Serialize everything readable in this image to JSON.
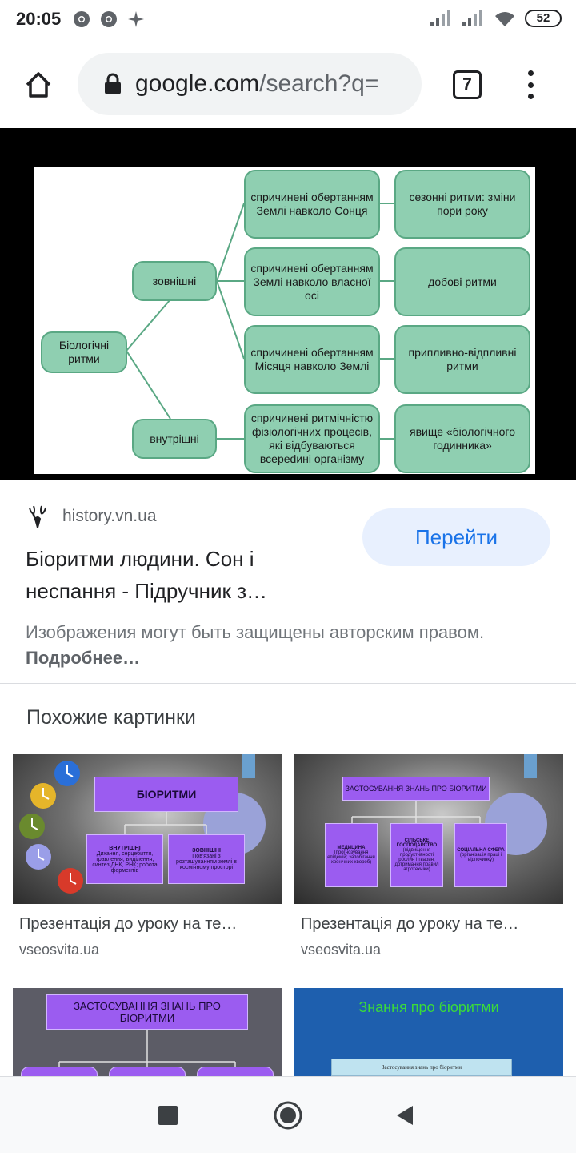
{
  "status_bar": {
    "time": "20:05",
    "battery": "52"
  },
  "toolbar": {
    "url_host": "google.com",
    "url_path": "/search?q=",
    "tab_count": "7"
  },
  "diagram": {
    "root": "Біологічні ритми",
    "external": "зовнішні",
    "internal": "внутрішні",
    "causes": [
      "спричинені обертанням Землі навколо Сонця",
      "спричинені обертанням Землі навколо власної осі",
      "спричинені обертанням Місяця навколо Землі",
      "спричинені ритмічністю фізіологічних процесів, які відбуваються всереdині організму"
    ],
    "results": [
      "сезонні ритми: зміни пори року",
      "добові ритми",
      "припливно-відпливні ритми",
      "явище «біологічного годинника»"
    ],
    "accent_color": "#8fcfb1"
  },
  "result": {
    "source": "history.vn.ua",
    "visit_label": "Перейти",
    "title": "Біоритми людини. Сон і неспання - Підручник з…",
    "copyright_text": "Изображения могут быть защищены авторским правом.",
    "copyright_link": "Подробнее…"
  },
  "similar": {
    "heading": "Похожие картинки",
    "items": [
      {
        "caption": "Презентація до уроку на те…",
        "domain": "vseosvita.ua",
        "slide_title": "БІОРИТМИ",
        "boxes": [
          {
            "title": "ВНУТРІШНІ",
            "text": "Дихання, серцебиття, травлення, виділення; синтез ДНК, РНК; робота ферментів"
          },
          {
            "title": "ЗОВНІШНІ",
            "text": "Пов'язані з розташуванням землі в космічному просторі"
          }
        ]
      },
      {
        "caption": "Презентація до уроку на те…",
        "domain": "vseosvita.ua",
        "slide_title": "ЗАСТОСУВАННЯ ЗНАНЬ ПРО БІОРИТМИ",
        "boxes": [
          {
            "title": "МЕДИЦИНА",
            "text": "(прогнозування епідемій; запобігання хронічних хвороб)"
          },
          {
            "title": "СІЛЬСЬКЕ ГОСПОДАРСТВО",
            "text": "(підвищення продуктивності рослин і тварин, дотримання правил агротехніки)"
          },
          {
            "title": "СОЦІАЛЬНА СФЕРА",
            "text": "(організація праці і відпочинку)"
          }
        ]
      },
      {
        "slide_title": "ЗАСТОСУВАННЯ ЗНАНЬ ПРО БІОРИТМИ"
      },
      {
        "slide_title": "Знання про біоритми",
        "sub_title": "Застосування знань про біоритми"
      }
    ]
  }
}
